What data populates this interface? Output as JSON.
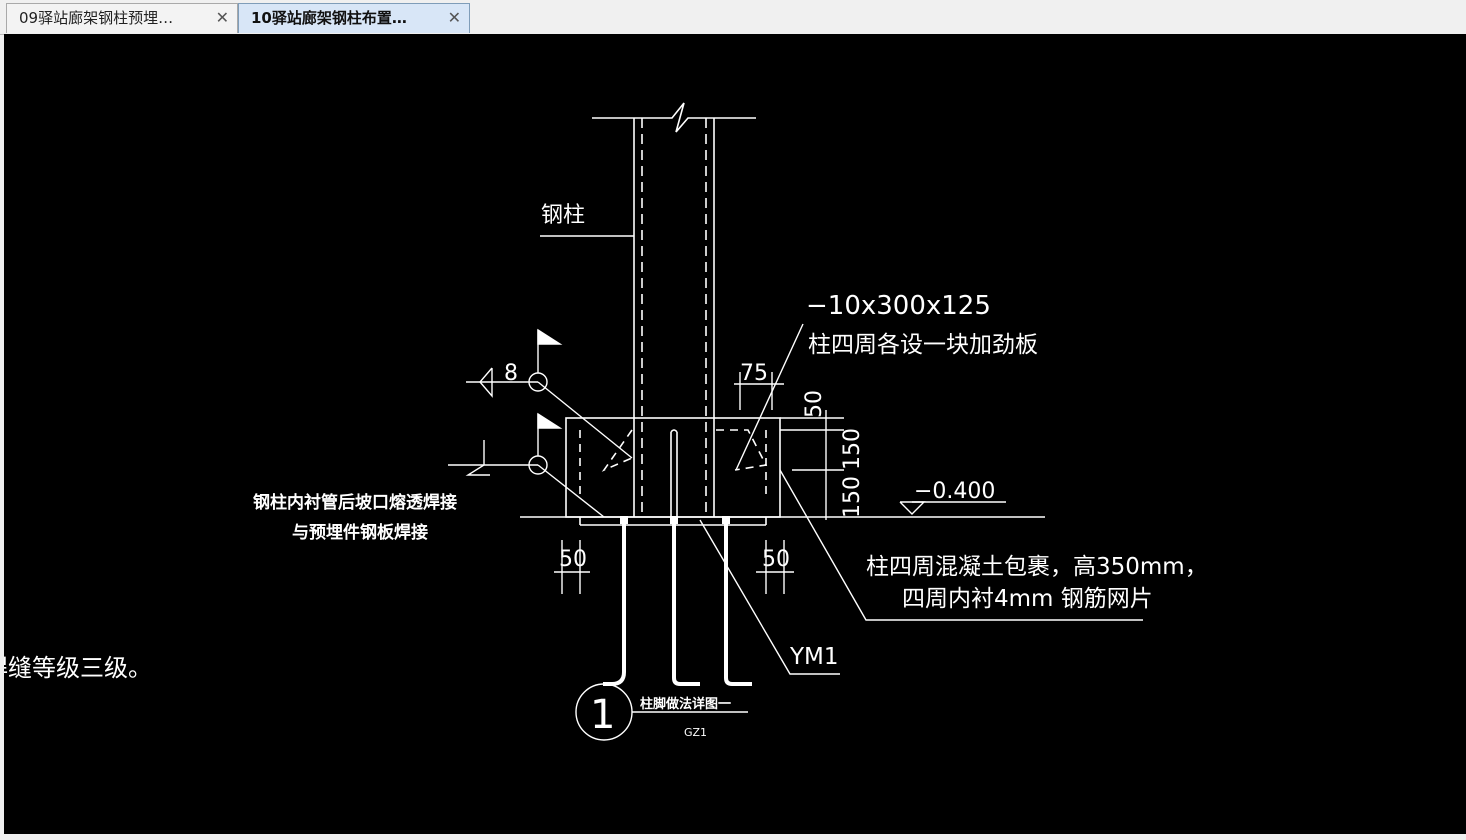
{
  "tabs": [
    {
      "label": "09驿站廊架钢柱预埋…",
      "close": "✕",
      "active": false
    },
    {
      "label": "10驿站廊架钢柱布置…",
      "close": "✕",
      "active": true
    }
  ],
  "drawing": {
    "steel_column_label": "钢柱",
    "stiffener_size": "−10x300x125",
    "stiffener_note": "柱四周各设一块加劲板",
    "weld_size": "8",
    "dim_75": "75",
    "dim_50_top": "50",
    "dim_150_a": "150",
    "dim_150_b": "150",
    "elevation": "−0.400",
    "inner_tube_note_1": "钢柱内衬管后坡口熔透焊接",
    "inner_tube_note_2": "与预埋件钢板焊接",
    "dim_50_left": "50",
    "dim_50_right": "50",
    "concrete_note_1": "柱四周混凝土包裹，高350mm，",
    "concrete_note_2": "四周内衬4mm 钢筋网片",
    "embed_label": "YM1",
    "weld_grade_note": "焊缝等级三级。",
    "detail_number": "1",
    "detail_title": "柱脚做法详图一",
    "detail_sub": "GZ1"
  },
  "colors": {
    "canvas": "#000000",
    "lines": "#ffffff",
    "active_tab": "#d8e6f7"
  }
}
